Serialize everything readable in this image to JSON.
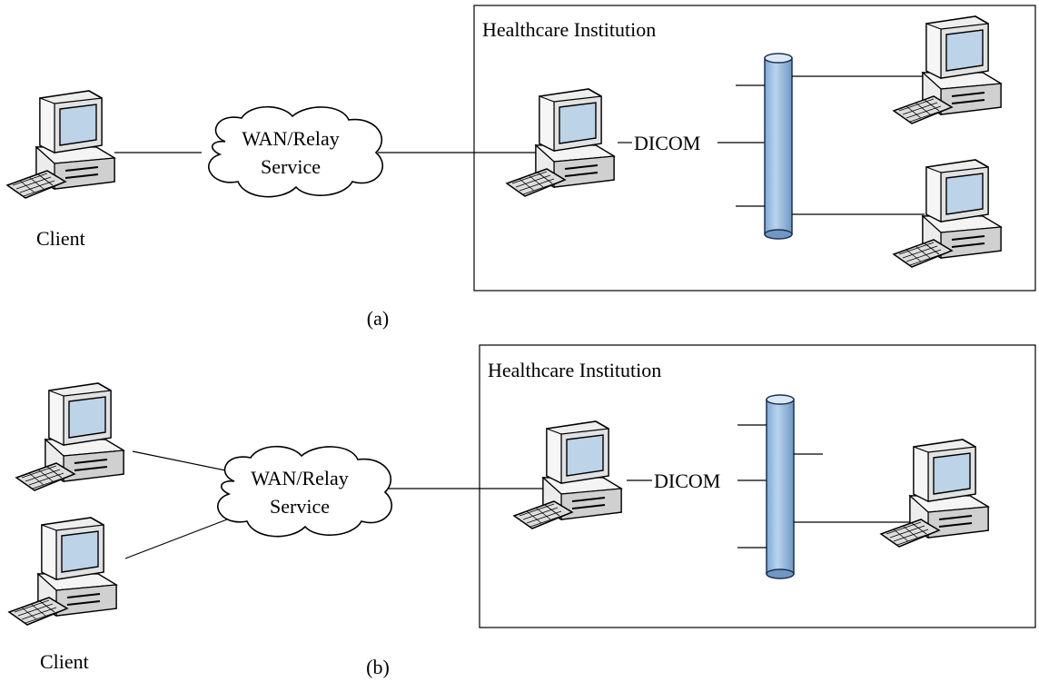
{
  "panel_a": {
    "caption": "(a)",
    "institution_label": "Healthcare Institution",
    "cloud_line1": "WAN/Relay",
    "cloud_line2": "Service",
    "client_label": "Client",
    "protocol_label": "DICOM"
  },
  "panel_b": {
    "caption": "(b)",
    "institution_label": "Healthcare Institution",
    "cloud_line1": "WAN/Relay",
    "cloud_line2": "Service",
    "client_label": "Client",
    "protocol_label": "DICOM"
  },
  "colors": {
    "pipe_fill": "#9dc3e6",
    "pipe_stroke": "#1f2f4f",
    "monitor_bezel": "#eeeeee",
    "screen": "#bcd3e8",
    "outline": "#000000"
  },
  "icons": [
    "computer-icon",
    "cloud-icon",
    "network-backbone-icon"
  ]
}
